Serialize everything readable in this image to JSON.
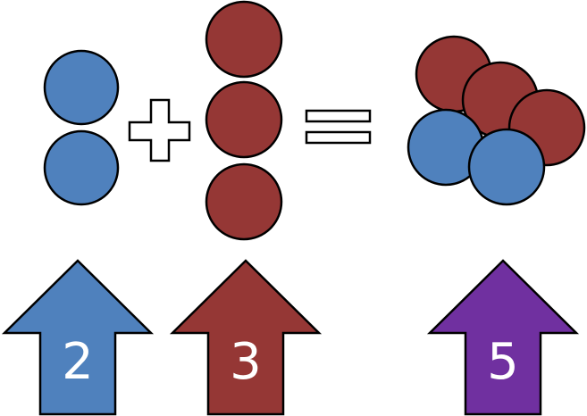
{
  "colors": {
    "blue": "#4f81bd",
    "red": "#953735",
    "purple": "#7030a0",
    "outline": "#000000",
    "background": "#ffffff"
  },
  "groups": {
    "blue": {
      "count": 2,
      "color": "blue"
    },
    "red": {
      "count": 3,
      "color": "red"
    },
    "total": {
      "count": 5,
      "blue_count": 2,
      "red_count": 3
    }
  },
  "operators": {
    "plus": "plus-sign",
    "equals": "equals-sign"
  },
  "arrows": [
    {
      "label": "2",
      "color": "blue"
    },
    {
      "label": "3",
      "color": "red"
    },
    {
      "label": "5",
      "color": "purple"
    }
  ]
}
